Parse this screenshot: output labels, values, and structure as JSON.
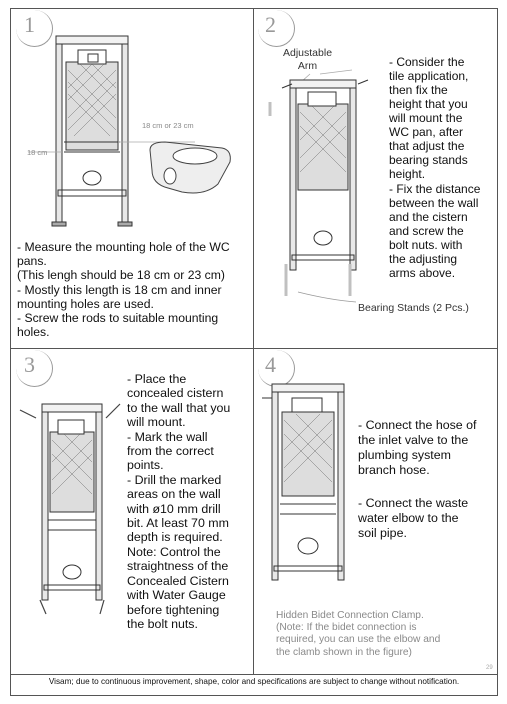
{
  "steps": [
    {
      "number": "1",
      "label_width": "18 cm",
      "label_dim": "18 cm or 23 cm",
      "text": [
        "- Measure the mounting hole of the WC",
        "pans.",
        "(This lengh should be 18 cm or 23 cm)",
        "- Mostly this length is 18 cm and inner",
        "mounting holes are used.",
        "- Screw the rods to suitable mounting",
        "holes."
      ]
    },
    {
      "number": "2",
      "label_arm": [
        "Adjustable",
        "Arm"
      ],
      "label_stands": "Bearing Stands (2 Pcs.)",
      "text_a": [
        "- Consider the",
        "tile application,",
        "then fix the",
        "height that you",
        "will mount the",
        "WC pan, after",
        "that adjust the",
        "bearing stands",
        "height."
      ],
      "text_b": [
        "- Fix the distance",
        "between the wall",
        "and the cistern",
        "and screw the",
        "bolt nuts. with",
        "the adjusting",
        "arms above."
      ]
    },
    {
      "number": "3",
      "text": [
        "- Place the",
        "concealed cistern",
        "to the wall that you",
        "will mount.",
        "- Mark the wall",
        "from the correct",
        "points.",
        "- Drill the marked",
        "areas on the wall",
        "with ø10 mm drill",
        "bit. At least 70 mm",
        "depth is required.",
        "Note: Control the",
        "straightness of the",
        "Concealed Cistern",
        "with Water Gauge",
        "before tightening",
        "the bolt nuts."
      ]
    },
    {
      "number": "4",
      "text_a": [
        "- Connect the hose of",
        "the inlet valve to the",
        "plumbing system",
        "branch hose."
      ],
      "text_b": [
        "- Connect the waste",
        "water elbow to the",
        "soil pipe."
      ],
      "note": [
        "Hidden Bidet Connection Clamp.",
        "(Note: If the bidet connection is",
        "required, you can use the elbow and",
        "the clamb shown in the figure)"
      ],
      "page_number": "29"
    }
  ],
  "footer": "Visam; due to continuous improvement, shape, color and specifications are subject to change without notification."
}
